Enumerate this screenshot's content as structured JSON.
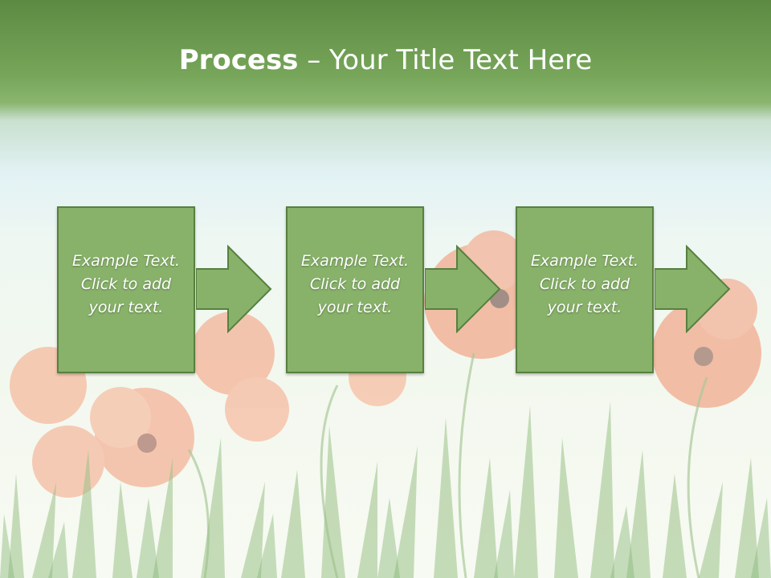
{
  "slide": {
    "title_bold": "Process",
    "title_rest": " – Your Title Text Here",
    "steps": [
      {
        "line1": "Example Text.",
        "line2": "Click  to add",
        "line3": "your text."
      },
      {
        "line1": "Example Text.",
        "line2": "Click  to add",
        "line3": "your text."
      },
      {
        "line1": "Example Text.",
        "line2": "Click  to add",
        "line3": "your text."
      }
    ]
  },
  "colors": {
    "header_green": "#77a65a",
    "box_fill": "#88b26a",
    "box_border": "#57803f",
    "text": "#ffffff",
    "poppy": "#f19a78",
    "grass": "#9cc289"
  }
}
